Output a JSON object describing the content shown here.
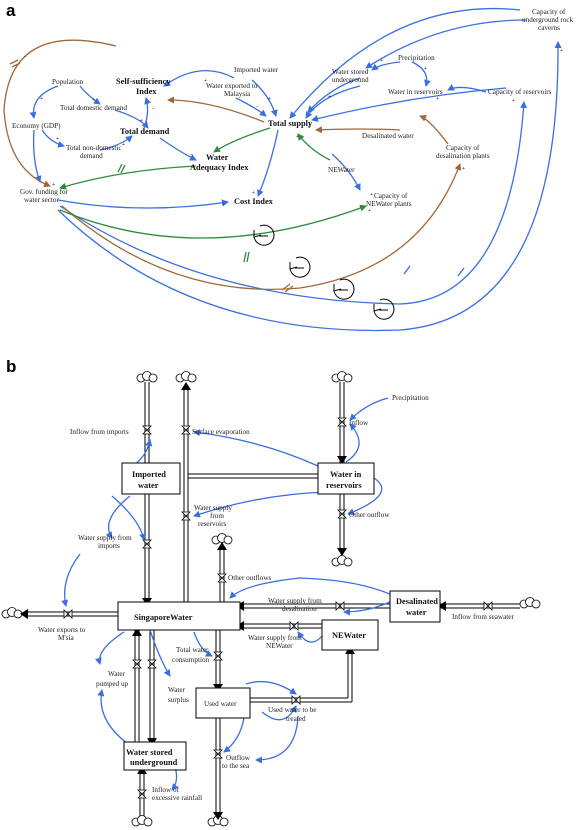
{
  "panels": {
    "a": "a",
    "b": "b"
  },
  "colors": {
    "blue": "#3b6fe0",
    "brown": "#a0683a",
    "green": "#2e8b3a",
    "black": "#000000"
  },
  "a": {
    "population": "Population",
    "total_domestic_demand": "Total domestic demand",
    "economy": "Economy (GDP)",
    "total_non_domestic_demand_1": "Total non-domestic",
    "total_non_domestic_demand_2": "demand",
    "total_demand": "Total demand",
    "self_sufficiency_1": "Self-sufficiency",
    "self_sufficiency_2": "Index",
    "water_adequacy_1": "Water",
    "water_adequacy_2": "Adequacy Index",
    "cost_index": "Cost Index",
    "gov_funding_1": "Gov. funding for",
    "gov_funding_2": "water sector",
    "imported_water": "Imported water",
    "water_exported_1": "Water exported to",
    "water_exported_2": "Malaysia",
    "total_supply": "Total supply",
    "precipitation": "Precipitation",
    "water_stored_underground_1": "Water stored",
    "water_stored_underground_2": "underground",
    "water_in_reservoirs": "Water in reservoirs",
    "capacity_reservoirs": "Capacity of reservoirs",
    "capacity_caverns_1": "Capacity of",
    "capacity_caverns_2": "underground rock",
    "capacity_caverns_3": "caverns",
    "desalinated_water": "Desalinated water",
    "capacity_desal_1": "Capacity of",
    "capacity_desal_2": "desalination plants",
    "newater": "NEWater",
    "capacity_newater_1": "Capacity of",
    "capacity_newater_2": "NEWater plants"
  },
  "b": {
    "inflow_from_imports": "Inflow from imports",
    "imported_water_1": "Imported",
    "imported_water_2": "water",
    "surface_evaporation": "Surface evaporation",
    "precipitation": "Precipitation",
    "inflow": "Inflow",
    "water_in_reservoirs_1": "Water in",
    "water_in_reservoirs_2": "reservoirs",
    "other_outflow": "Other outflow",
    "water_supply_reservoirs_1": "Water supply",
    "water_supply_reservoirs_2": "from",
    "water_supply_reservoirs_3": "reservoirs",
    "water_supply_imports_1": "Water supply from",
    "water_supply_imports_2": "imports",
    "other_outflows": "Other outflows",
    "water_supply_desal_1": "Water supply from",
    "water_supply_desal_2": "desalination",
    "desalinated_water_1": "Desalinated",
    "desalinated_water_2": "water",
    "inflow_from_seawater": "Inflow from seawater",
    "singapore_water": "SingaporeWater",
    "water_exports_1": "Water exports to",
    "water_exports_2": "M'sia",
    "water_supply_newater_1": "Water supply from",
    "water_supply_newater_2": "NEWater",
    "newater": "NEWater",
    "total_water_consumption_1": "Total water",
    "total_water_consumption_2": "consumption",
    "water_pumped_up_1": "Water",
    "water_pumped_up_2": "pumped up",
    "water_surplus_1": "Water",
    "water_surplus_2": "surplus",
    "used_water": "Used water",
    "used_water_treated_1": "Used water to be",
    "used_water_treated_2": "treated",
    "water_stored_underground_1": "Water stored",
    "water_stored_underground_2": "underground",
    "outflow_sea_1": "Outflow",
    "outflow_sea_2": "to the sea",
    "inflow_rainfall_1": "Inflow of",
    "inflow_rainfall_2": "excessive rainfall"
  }
}
